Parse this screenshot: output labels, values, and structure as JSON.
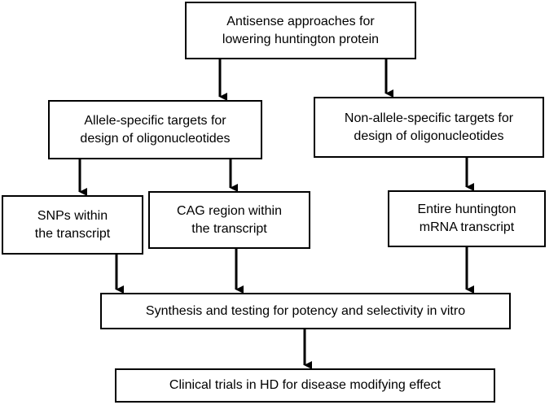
{
  "boxes": {
    "root": "Antisense approaches for\nlowering huntington protein",
    "allele_specific": "Allele-specific targets for\ndesign of oligonucleotides",
    "non_allele_specific": "Non-allele-specific targets for\ndesign of oligonucleotides",
    "snps": "SNPs within\nthe transcript",
    "cag": "CAG region within\nthe transcript",
    "entire_mrna": "Entire huntington\nmRNA transcript",
    "synthesis": "Synthesis and testing for potency and selectivity in vitro",
    "clinical": "Clinical trials in HD for disease modifying effect"
  }
}
